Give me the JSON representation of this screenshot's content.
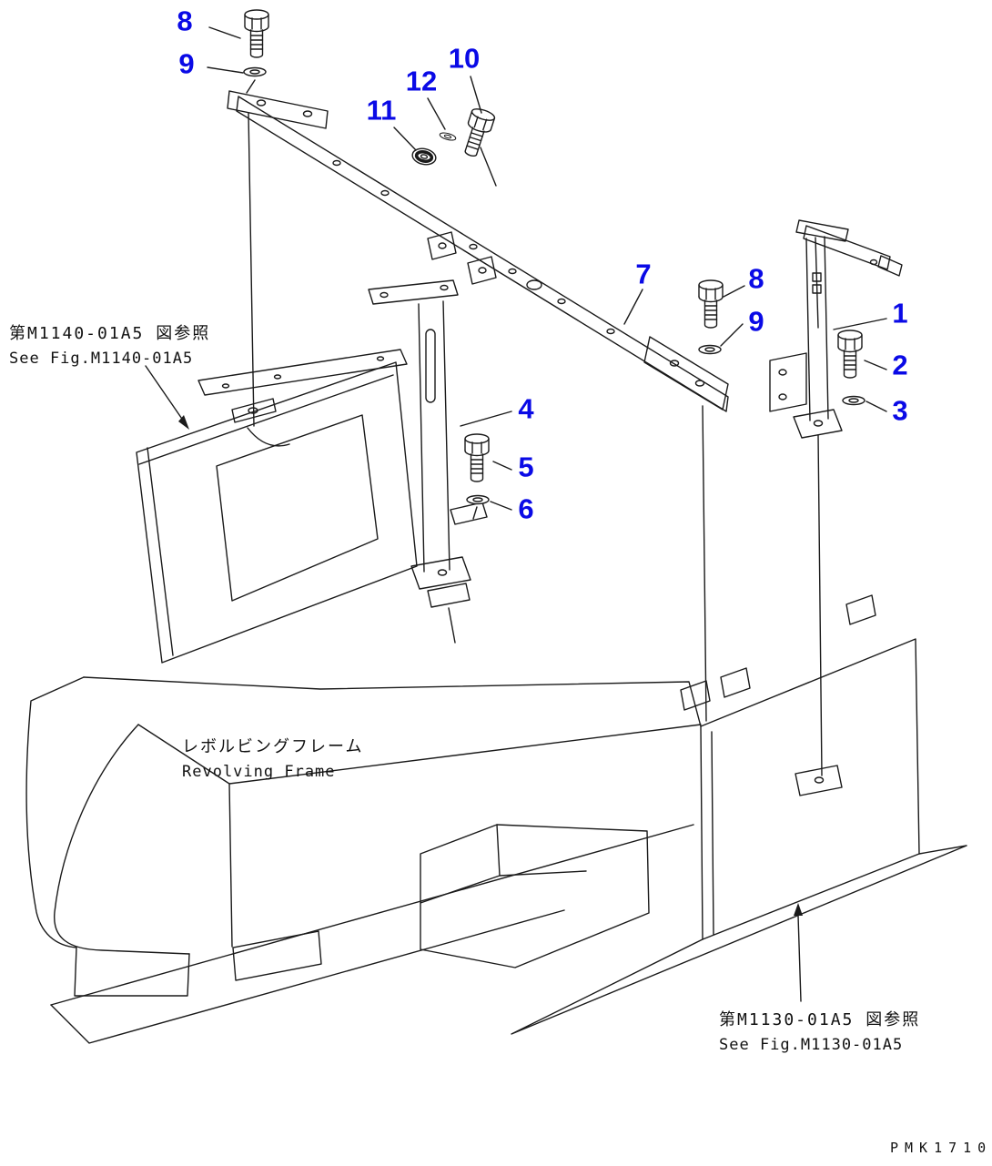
{
  "colors": {
    "callout_blue": "#0a0ae6",
    "line_black": "#1a1a1a",
    "background": "#ffffff"
  },
  "callouts": [
    {
      "id": "bolt-top",
      "label": "8"
    },
    {
      "id": "washer-top",
      "label": "9"
    },
    {
      "id": "bolt-mid",
      "label": "10"
    },
    {
      "id": "washer-mid",
      "label": "12"
    },
    {
      "id": "grommet-mid",
      "label": "11"
    },
    {
      "id": "rail",
      "label": "7"
    },
    {
      "id": "bolt-right",
      "label": "8"
    },
    {
      "id": "washer-right",
      "label": "9"
    },
    {
      "id": "post",
      "label": "1"
    },
    {
      "id": "bolt-post",
      "label": "2"
    },
    {
      "id": "washer-post",
      "label": "3"
    },
    {
      "id": "strut",
      "label": "4"
    },
    {
      "id": "bolt-strut",
      "label": "5"
    },
    {
      "id": "washer-strut",
      "label": "6"
    }
  ],
  "annotations": {
    "ref_top_left_jp": "第M1140-01A5 図参照",
    "ref_top_left_en": "See Fig.M1140-01A5",
    "frame_jp": "レボルビングフレーム",
    "frame_en": "Revolving Frame",
    "ref_bottom_right_jp": "第M1130-01A5 図参照",
    "ref_bottom_right_en": "See Fig.M1130-01A5",
    "doc_code": "PMK1710"
  }
}
